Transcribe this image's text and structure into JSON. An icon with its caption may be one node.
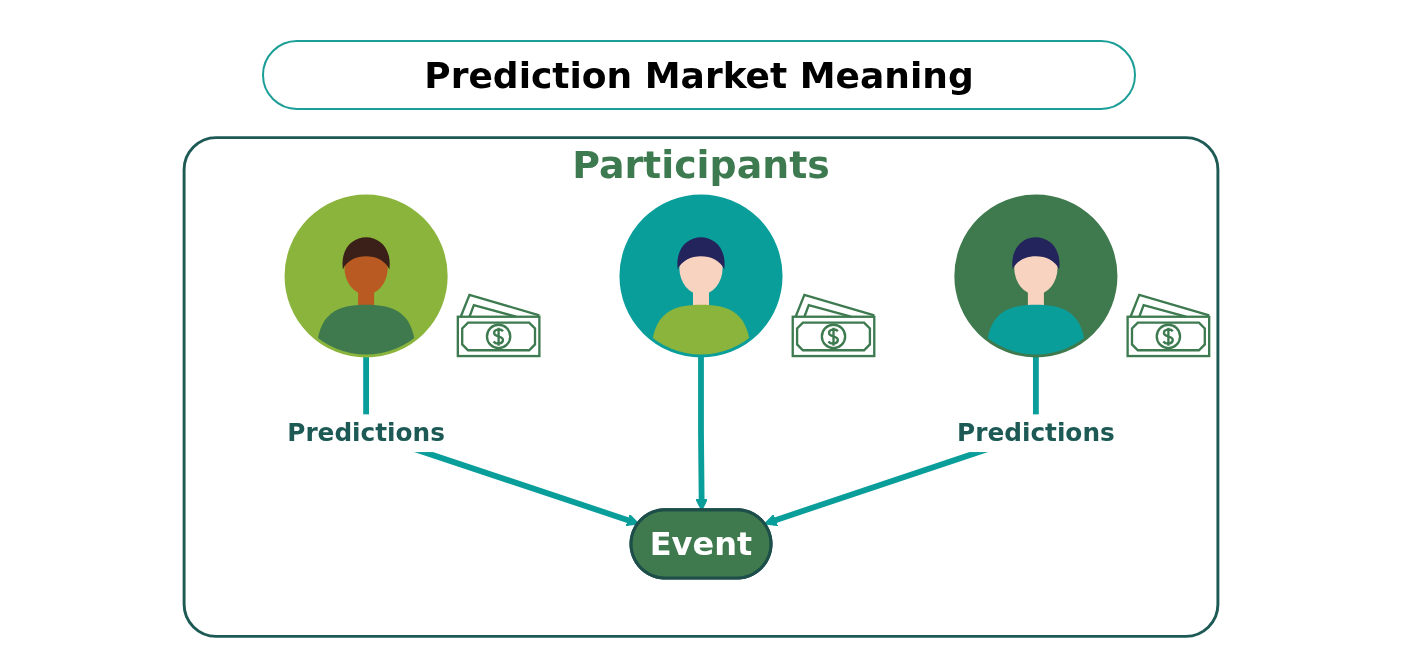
{
  "diagram": {
    "title": "Prediction Market Meaning",
    "nodes": [
      {
        "text": [
          "Participants"
        ]
      },
      {
        "text": [],
        "shape": "person",
        "in": 0
      },
      {
        "text": [],
        "shape": "person",
        "in": 0
      },
      {
        "text": [],
        "shape": "person",
        "in": 0
      },
      {
        "text": [
          "Event"
        ],
        "in": 0
      }
    ],
    "edges": [
      {
        "from": 1,
        "to": 4,
        "arrow": "to",
        "label": "Predictions"
      },
      {
        "from": 2,
        "to": 4,
        "arrow": "to"
      },
      {
        "from": 3,
        "to": 4,
        "arrow": "to",
        "label": "Predictions"
      }
    ]
  }
}
